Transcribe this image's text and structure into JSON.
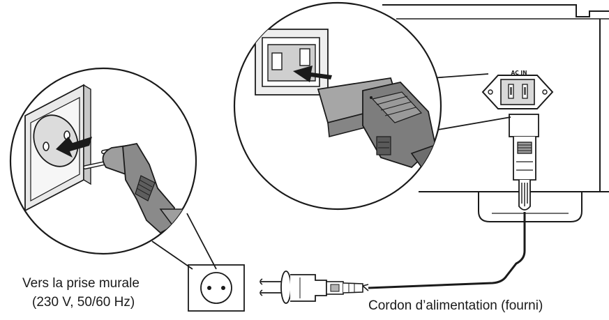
{
  "labels": {
    "wall_outlet_line1": "Vers la prise murale",
    "wall_outlet_line2": "(230 V, 50/60 Hz)",
    "power_cord": "Cordon d’alimentation (fourni)",
    "ac_inlet": "AC IN"
  },
  "icons": {
    "wall_outlet": "wall-socket-icon",
    "plug": "schuko-plug-icon",
    "connector": "iec-connector-icon",
    "insert_arrow": "arrow-right-icon"
  }
}
